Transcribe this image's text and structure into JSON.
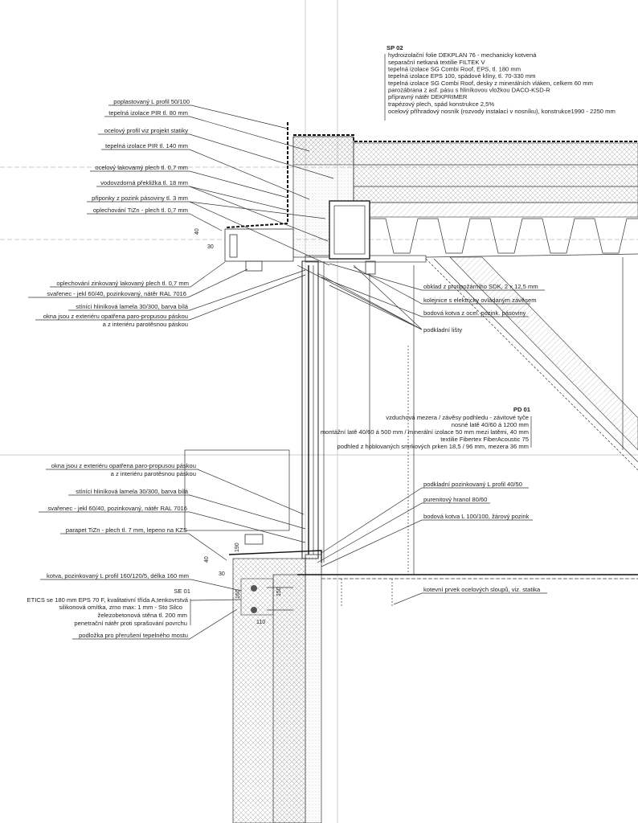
{
  "sp02": {
    "title": "SP 02",
    "layers": [
      "hydroizolační folie DEKPLAN 76 - mechanicky kotvená",
      "separační netkaná textilie FILTEK V",
      "tepelná izolace SG Combi Roof, EPS, tl. 180 mm",
      "tepelná izolace EPS 100, spádové klíny, tl. 70-330 mm",
      "tepelná izolace SG Combi Roof, desky z minerálních vláken, celkem 60 mm",
      "parozábrana z asf. pásu s hliníkovou vložkou DACO-KSD-R",
      "přípravný nátěr DEKPRIMER",
      "trapézový plech, spád konstrukce 2,5%",
      "ocelový příhradový nosník (rozvody instalací v nosníku), konstrukce1990 - 2250 mm"
    ]
  },
  "top_left_labels": [
    "poplastovaný L profil 50/100",
    "tepelná izolace PIR tl. 80 mm",
    "ocelový profil viz projekt statiky",
    "tepelná izolace PIR tl. 140 mm",
    "ocelový lakovamý plech tl. 0,7 mm",
    "vodovzdorná překližka tl. 18 mm",
    "připonky z pozink pásoviny tl. 3 mm",
    "oplechování TiZn - plech tl. 0,7 mm"
  ],
  "mid_left_labels": [
    "oplechování zinkovaný lakovaný plech tl. 0,7 mm",
    "svařenec - jekl 60/40, pozinkovaný, nátěr RAL 7016",
    "stínící hliníková lamela 30/300, barva bílá",
    "okna jsou z exteriéru opatřena paro-propusou páskou",
    "a z interiéru parotěsnou páskou"
  ],
  "mid_right_labels": [
    "obklad z protipožárního SDK, 2 x 12,5 mm",
    "kolejnice s elektricky ovládaným závěsem",
    "bodová kotva z ocel. pozink. pásoviny",
    "podkladní lišty"
  ],
  "pd01": {
    "title": "PD 01",
    "layers": [
      "vzduchová mezera / závěsy podhledu - závitové tyče",
      "nosné latě 40/60 á 1200 mm",
      "montážní latě 40/60 á 500 mm /  minerální izolace 50 mm mezi latěmi, 40 mm",
      "textilie Fibertex FiberAcoustic 75",
      "podhled z hoblovaných smrkových prken 18,5 / 96 mm, mezera 36 mm"
    ]
  },
  "low_left_labels": [
    "okna jsou z exteriéru opatřena paro-propusou páskou",
    "a z interiéru parotěsnou páskou",
    "stínící hliníková lamela 30/300, barva bílá",
    "svařenec - jekl 60/40, pozinkovaný, nátěr RAL 7016",
    "parapet TiZn - plech tl. 7 mm, lepeno na KZS",
    "kotva, pozinkovaný L profil 160/120/5, délka 160 mm"
  ],
  "se01": {
    "title": "SE 01",
    "layers": [
      "ETICS se 180 mm EPS 70 F, kvalitativní třída A,tenkovrstvá",
      "silikonová omítka, zrno max: 1 mm - Sto Silco",
      "železobetonová stěna tl. 200 mm",
      "penetrační nátěr proti sprašování povrchu"
    ]
  },
  "podlozka_label": "podložka pro přerušení tepelného mostu",
  "low_right_labels": [
    "podkladní pozinkovaný L profil 40/50",
    "purenitový hranol 80/60",
    "bodová kotva L 100/100, žárový pozink",
    "kotevní prvek ocelových sloupů, viz. statika"
  ],
  "dimensions": {
    "top_40": "40",
    "top_30": "30",
    "low_190": "190",
    "low_40": "40",
    "low_30": "30",
    "low_160": "160",
    "low_150": "150",
    "low_110": "110"
  }
}
